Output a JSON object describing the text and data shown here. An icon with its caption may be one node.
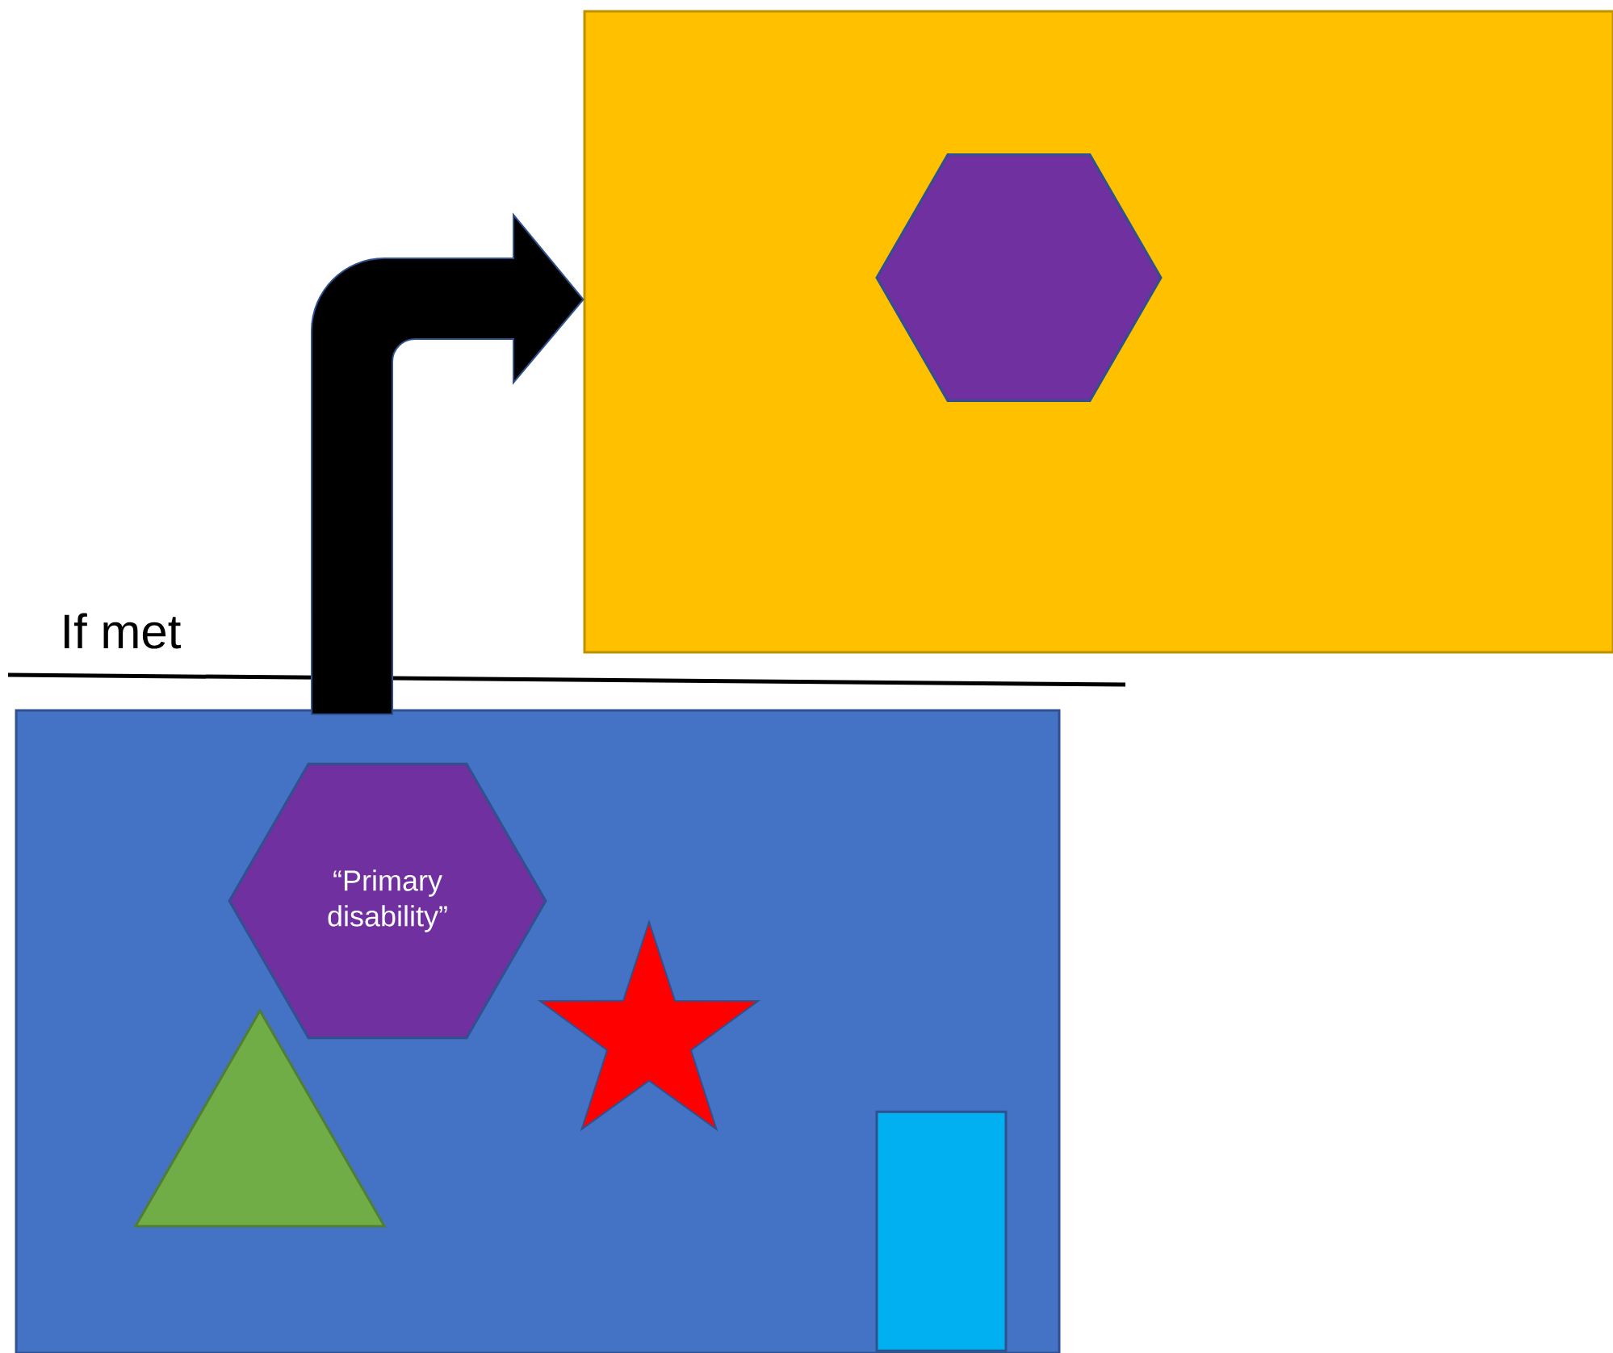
{
  "diagram": {
    "nodes": [
      {
        "text": [],
        "shape": "box"
      },
      {
        "text": [],
        "shape": "hexagon",
        "in": 0
      },
      {
        "text": [],
        "shape": "box"
      },
      {
        "text": [
          "“Primary disability”"
        ],
        "in": 2
      },
      {
        "text": [],
        "shape": "triangle",
        "in": 2
      },
      {
        "text": [],
        "shape": "star",
        "in": 2
      },
      {
        "text": [],
        "shape": "cylinder",
        "in": 2
      }
    ],
    "edges": [
      {
        "from": 3,
        "to": 0,
        "arrow": "to",
        "style": "thick"
      }
    ],
    "labels": [
      "If met"
    ]
  }
}
